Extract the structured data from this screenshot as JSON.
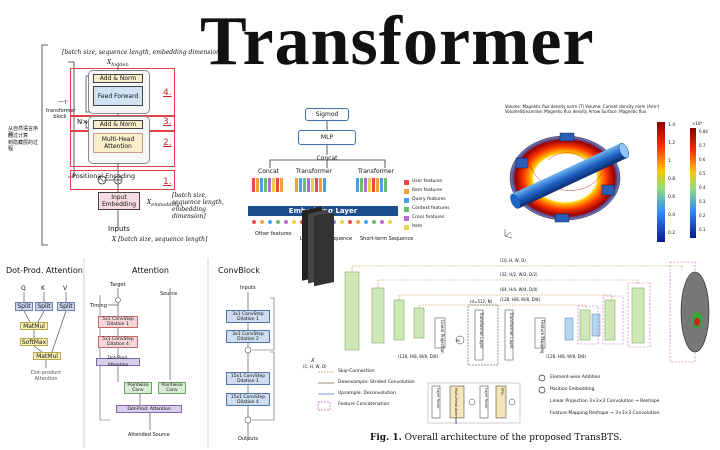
{
  "title": "Transformer",
  "tl": {
    "shape_top": "[batch size, sequence length, embedding dimension]",
    "x_hidden": "X",
    "x_hidden_sub": "hidden",
    "add_norm": "Add & Norm",
    "feed_forward": "Feed Forward",
    "nx": "N×",
    "multi_head": "Multi-Head Attention",
    "positional": "Positional Encoding",
    "input_embedding": "Input Embedding",
    "x_embedding": "X",
    "x_embedding_sub": "embedding",
    "shape_mid": "[batch size, sequence length, embedding dimension]",
    "inputs": "Inputs",
    "shape_bottom": "X  [batch size, sequence length]",
    "block_label_a": "一个",
    "block_label_b": "transformer block",
    "side_note_a": "从自然语言序列",
    "side_note_b": "经过计算",
    "side_note_c": "到隐藏层的过程",
    "num1": "1.",
    "num2": "2.",
    "num3": "3.",
    "num4": "4."
  },
  "mid": {
    "sigmod": "Sigmod",
    "mlp": "MLP",
    "concat_top": "Concat",
    "concat": "Concat",
    "transformer_a": "Transformer",
    "transformer_b": "Transformer",
    "embedding_layer": "Embedding Layer",
    "other_features": "Other features",
    "long_term": "Long-term Sequence",
    "short_term": "Short-term Sequence",
    "legend": [
      "User features",
      "Item features",
      "Query features",
      "Context features",
      "Cross features",
      "Item"
    ]
  },
  "tr": {
    "caption_a": "Volume: Magnetic flux density norm (T)  Volume: Current density norm (A/m²)  Volume:",
    "caption_b": "Streamline: Magnetic flux density  Arrow Surface: Magnetic flux",
    "cb_max": "1.4",
    "cb_labels": [
      "1.4",
      "1.2",
      "1",
      "0.8",
      "0.6",
      "0.4",
      "0.2"
    ],
    "cb2_labels": [
      "0.84",
      "0.7",
      "0.6",
      "0.5",
      "0.4",
      "0.3",
      "0.2",
      "0.1"
    ],
    "cb_unit": "×10⁸"
  },
  "bl": {
    "dp_title": "Dot-Prod. Attention",
    "q": "Q",
    "k": "K",
    "v": "V",
    "split": "Split",
    "matmul": "MatMul",
    "softmax": "SoftMax",
    "dp_caption": "Dot-product Attention",
    "att_title": "Attention",
    "timing": "Timing",
    "target": "Target",
    "source": "Source",
    "conv_dil1": "5x1 ConvStep Dilation 1",
    "conv_dil4": "5x1 ConvStep Dilation 4",
    "dp_attn": "Dot-Prod. Attention",
    "pointwise": "Pointwise Conv",
    "attended": "Attended Source",
    "cb_title": "ConvBlock",
    "cb_inputs": "Inputs",
    "cb1": "3x1 ConvStep Dilation 1",
    "cb2": "3x1 ConvStep Dilation 2",
    "cb3": "15x1 ConvStep Dilation 1",
    "cb4": "15x1 ConvStep Dilation 4",
    "cb_outputs": "Outputs"
  },
  "br": {
    "dims": [
      "(16, H, W, D)",
      "(32, H/2, W/2, D/2)",
      "(64, H/4, W/4, D/4)",
      "(128, H/8, W/8, D/8)"
    ],
    "linear_projection": "Linear Projection",
    "transformer_layer": "Transformer Layer",
    "feature_mapping": "Feature Mapping",
    "d_label": "(d=512, N)",
    "dim_a": "(128, H/8, W/8, D/8)",
    "dim_b": "(128, H/8, W/8, D/8)",
    "pe": "PE",
    "x_label": "X",
    "x_shape": "(C, H, W, D)",
    "legend_left": [
      "Skip-Connection",
      "Downsample: Strided Convolution",
      "Upsample: Deconvolution",
      "Feature Concatenation"
    ],
    "legend_right": [
      "Element-wise Addition",
      "Position Embedding",
      "Linear Projection  3×3×3 Convolution → Reshape",
      "Feature Mapping  Reshape → 3×3×3 Convolution"
    ],
    "inner": [
      "Layer Norm",
      "Multi-Head Attention",
      "Layer Norm",
      "FFN"
    ],
    "caption_bold": "Fig. 1.",
    "caption": "Overall architecture of the proposed TransBTS."
  },
  "colors": {
    "red": "#d44444",
    "yellow": "#fbeecb",
    "blue": "#cfe3f5",
    "pink": "#f6dde2",
    "green": "#d6ecc4"
  }
}
